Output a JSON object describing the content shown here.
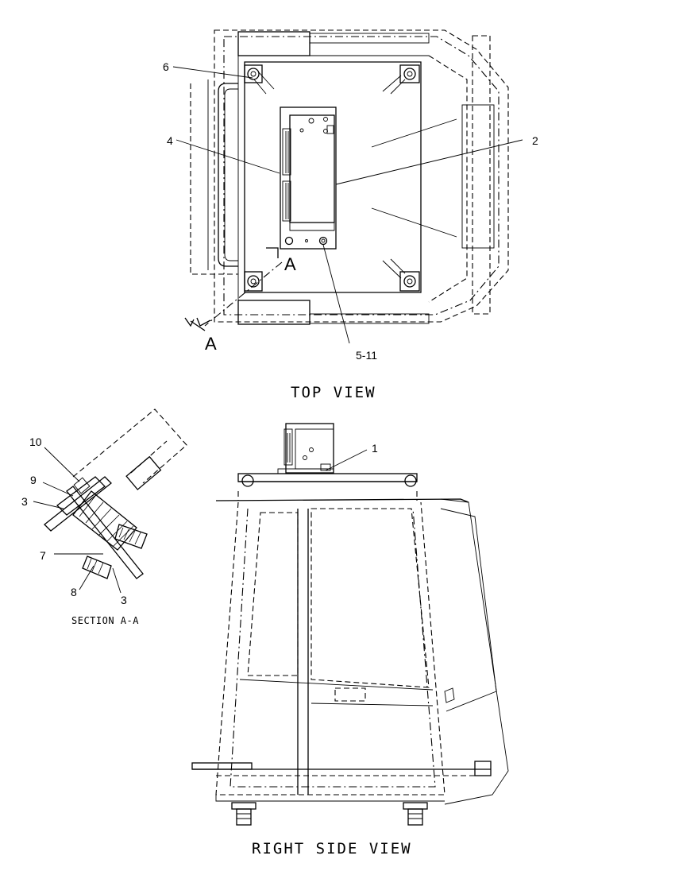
{
  "views": {
    "top_title": "TOP VIEW",
    "side_title": "RIGHT SIDE VIEW",
    "section_title": "SECTION A-A"
  },
  "section_markers": {
    "top_a": "A",
    "bottom_a": "A"
  },
  "callouts": {
    "c1": "1",
    "c2": "2",
    "c3a": "3",
    "c3b": "3",
    "c4": "4",
    "c5_11": "5-11",
    "c6": "6",
    "c7": "7",
    "c8": "8",
    "c9": "9",
    "c10": "10"
  }
}
